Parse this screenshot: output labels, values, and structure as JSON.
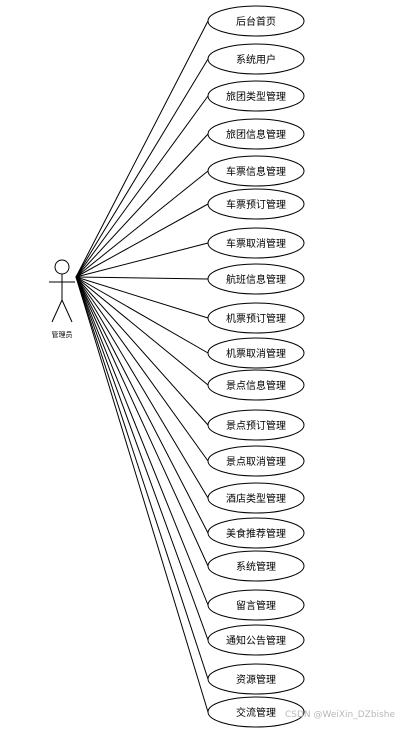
{
  "actor": {
    "name": "管理员"
  },
  "use_cases": [
    "后台首页",
    "系统用户",
    "旅团类型管理",
    "旅团信息管理",
    "车票信息管理",
    "车票预订管理",
    "车票取消管理",
    "航班信息管理",
    "机票预订管理",
    "机票取消管理",
    "景点信息管理",
    "景点预订管理",
    "景点取消管理",
    "酒店类型管理",
    "美食推荐管理",
    "系统管理",
    "留言管理",
    "通知公告管理",
    "资源管理",
    "交流管理"
  ],
  "watermark": "CSDN @WeiXin_DZbishe"
}
